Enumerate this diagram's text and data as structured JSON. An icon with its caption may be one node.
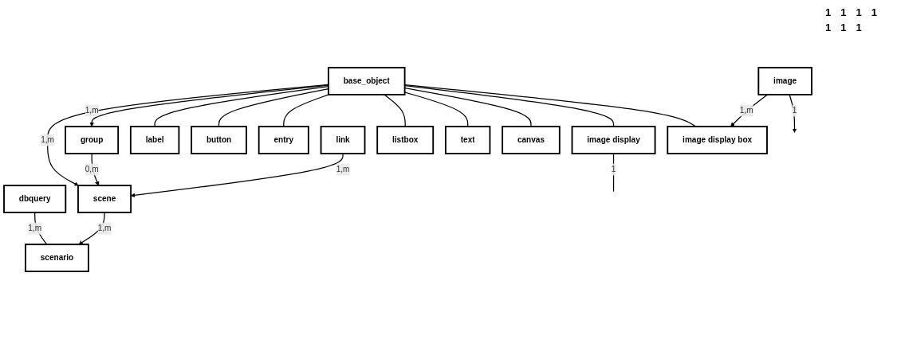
{
  "diagram": {
    "nodes": [
      {
        "text": [
          "dbquery"
        ]
      },
      {
        "text": [
          "scenario"
        ]
      },
      {
        "text": [
          "scene"
        ]
      },
      {
        "text": [
          "label"
        ]
      },
      {
        "text": [
          "button"
        ]
      },
      {
        "text": [
          "entry"
        ]
      },
      {
        "text": [
          "listbox"
        ]
      },
      {
        "text": [
          "base_object"
        ]
      },
      {
        "text": [
          "group"
        ]
      },
      {
        "text": [
          "link"
        ]
      },
      {
        "text": [
          "text"
        ]
      },
      {
        "text": [
          "canvas"
        ]
      },
      {
        "text": [
          "image display"
        ]
      },
      {
        "text": [
          "image display box"
        ]
      },
      {
        "text": [
          "image"
        ]
      }
    ],
    "edges": [
      {
        "from": 0,
        "to": 1,
        "arrow": "none",
        "label": "1,m"
      },
      {
        "from": 2,
        "to": 1,
        "arrow": "to",
        "label": "1,m"
      },
      {
        "from": 7,
        "to": 2,
        "arrow": "to",
        "label": "1,m"
      },
      {
        "from": 8,
        "to": 2,
        "arrow": "to",
        "label": "0,m"
      },
      {
        "from": 9,
        "to": 2,
        "arrow": "to",
        "label": "1,m"
      },
      {
        "from": 7,
        "to": 8,
        "arrow": "to",
        "label": "1,m"
      },
      {
        "from": 7,
        "to": 3,
        "arrow": "none"
      },
      {
        "from": 7,
        "to": 4,
        "arrow": "none"
      },
      {
        "from": 7,
        "to": 5,
        "arrow": "none"
      },
      {
        "from": 7,
        "to": 6,
        "arrow": "none"
      },
      {
        "from": 7,
        "to": 10,
        "arrow": "none"
      },
      {
        "from": 7,
        "to": 11,
        "arrow": "none"
      },
      {
        "from": 7,
        "to": 12,
        "arrow": "none"
      },
      {
        "from": 7,
        "to": 13,
        "arrow": "none"
      },
      {
        "from": 12,
        "to": null,
        "arrow": "none",
        "label": "1"
      },
      {
        "from": 14,
        "to": 13,
        "arrow": "to",
        "label": "1,m"
      },
      {
        "from": 14,
        "to": null,
        "arrow": "to",
        "label": "1"
      }
    ],
    "labels": [
      "1",
      "1",
      "1",
      "1",
      "1",
      "1",
      "1"
    ]
  }
}
